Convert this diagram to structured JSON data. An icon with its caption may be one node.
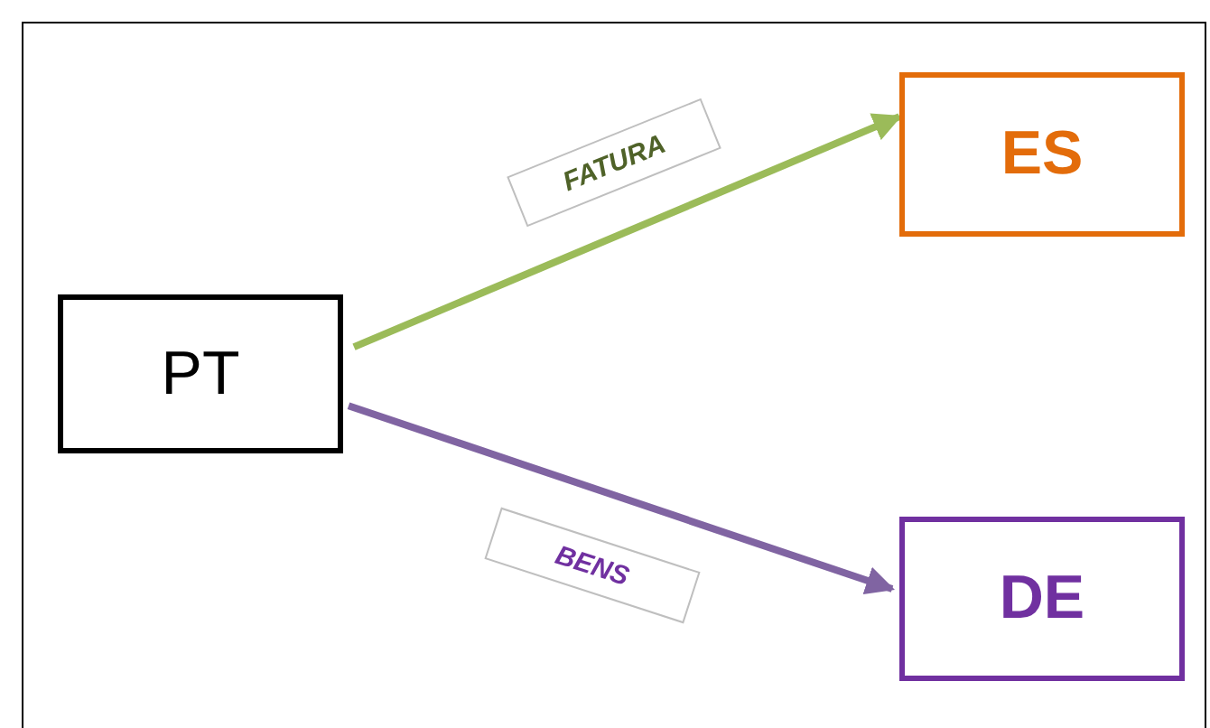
{
  "diagram": {
    "nodes": [
      {
        "text": [
          "PT"
        ]
      },
      {
        "text": [
          "ES"
        ]
      },
      {
        "text": [
          "DE"
        ]
      }
    ],
    "edges": [
      {
        "from": 0,
        "to": 1,
        "arrow": "to",
        "label": "FATURA",
        "color": "#9bbb59"
      },
      {
        "from": 0,
        "to": 2,
        "arrow": "to",
        "label": "BENS",
        "color": "#8064a2"
      }
    ]
  }
}
